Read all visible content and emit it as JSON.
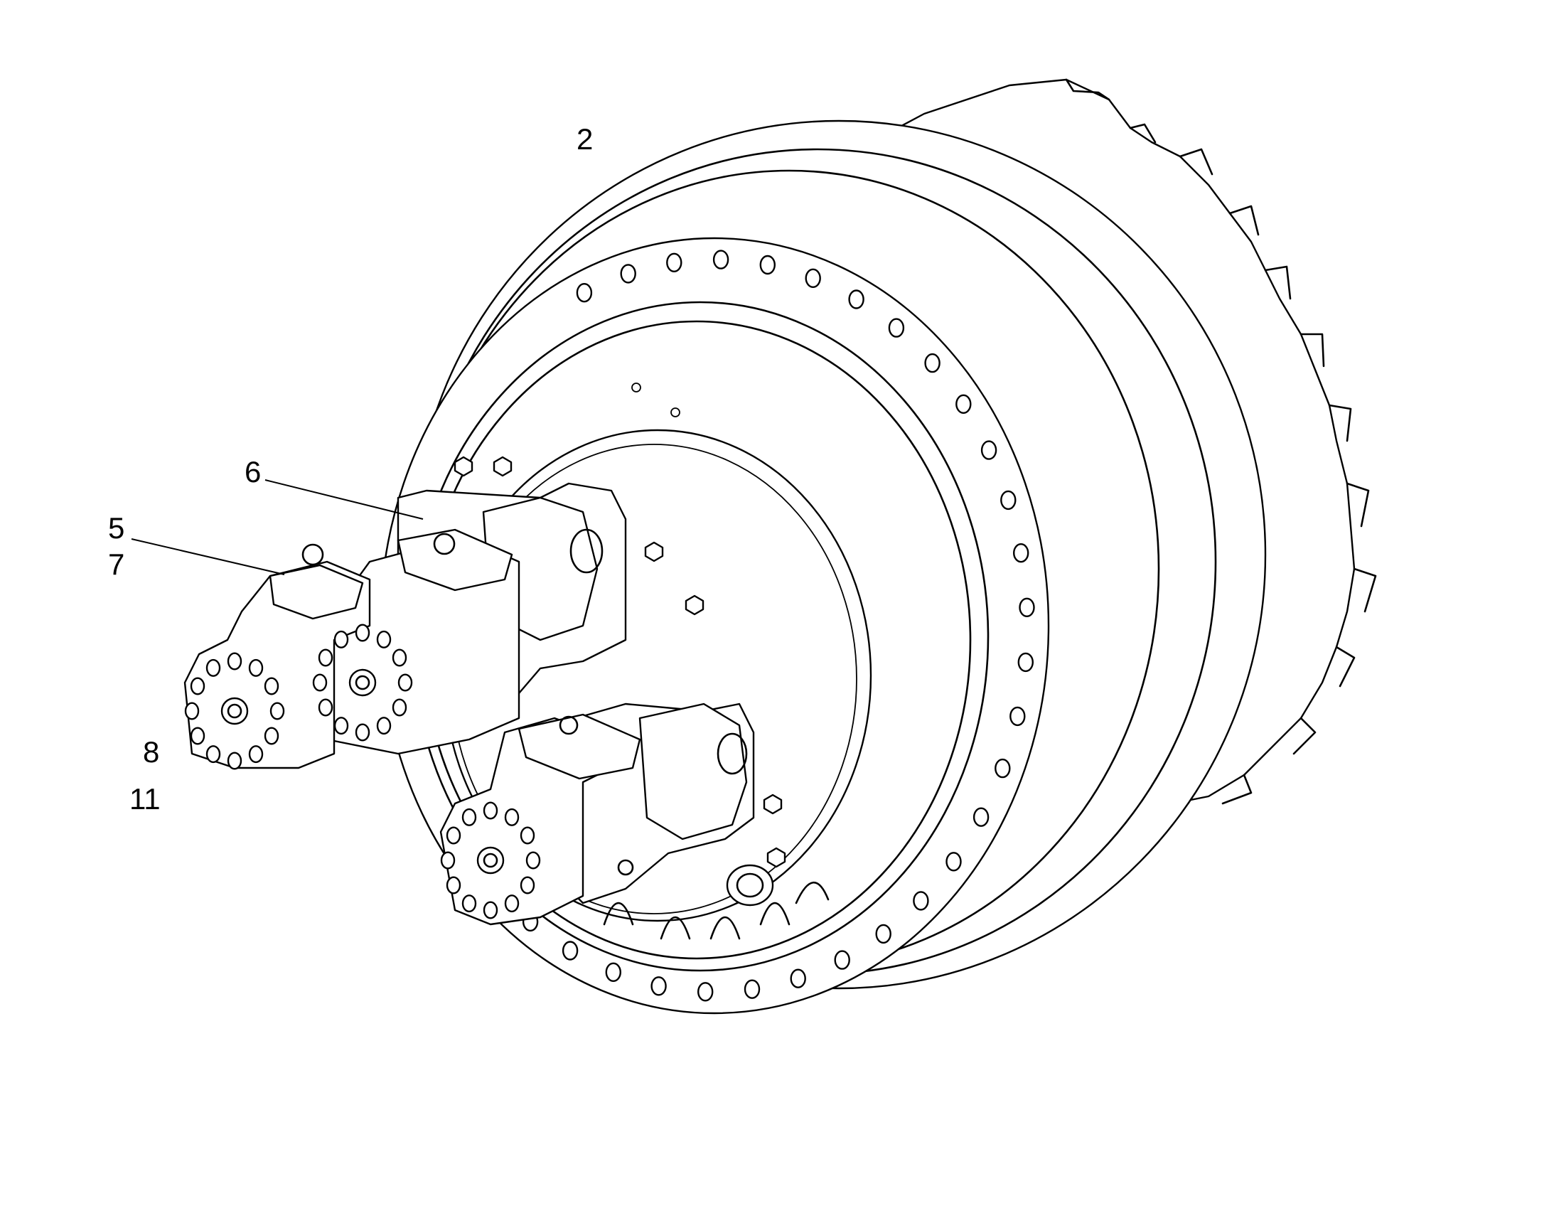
{
  "figure": {
    "callouts": {
      "c2": "2",
      "c6": "6",
      "c5": "5",
      "c7": "7",
      "c8": "8",
      "c11": "11"
    },
    "subject_icon": "gearbox-with-hydraulic-motors-drawing",
    "ink_color": "#000000",
    "paper_color": "#ffffff"
  }
}
